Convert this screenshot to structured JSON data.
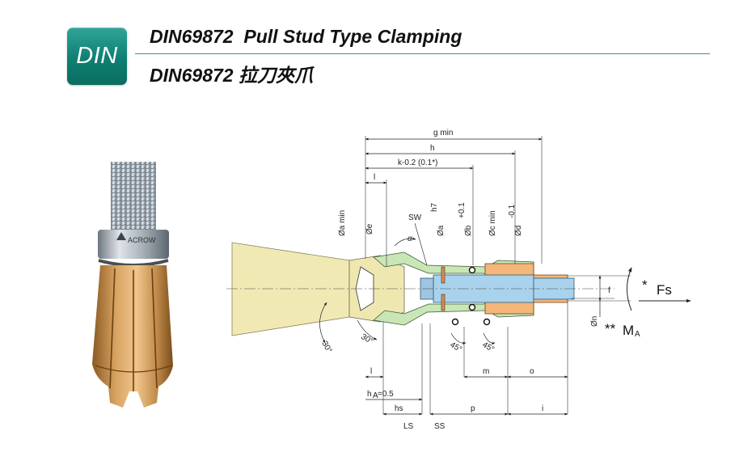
{
  "badge": {
    "label": "DIN"
  },
  "header": {
    "title_en": "DIN69872  Pull Stud Type Clamping",
    "title_zh": "DIN69872 拉刀夾爪"
  },
  "photo": {
    "brand": "ACROW"
  },
  "drawing": {
    "top_dims": {
      "g": "g min",
      "h": "h",
      "k": "k-0.2 (0.1*)",
      "l": "l"
    },
    "vertical_labels": {
      "a_min": "Øa min",
      "e": "Øe",
      "sw": "SW",
      "a_h7": "Øa",
      "a_h7_sup": "h7",
      "b": "Øb",
      "b_sup": "+0.1",
      "c": "Øc min",
      "d": "Ød",
      "d_sup": "-0.1"
    },
    "alpha": "α",
    "angle_30_a": "30°",
    "angle_30_b": "30°",
    "angle_45_a": "45°",
    "angle_45_b": "45°",
    "f": "f",
    "n": "Øn",
    "fs": "Fs",
    "fs_mark": "*",
    "ma": "M",
    "ma_sub": "A",
    "ma_mark": "**",
    "bottom_dims": {
      "l": "l",
      "m": "m",
      "o": "o",
      "ha": "h",
      "ha_sub": "A",
      "ha_val": "=0.5",
      "hs": "hs",
      "p": "p",
      "i": "i",
      "ls": "LS",
      "ss": "SS"
    }
  }
}
